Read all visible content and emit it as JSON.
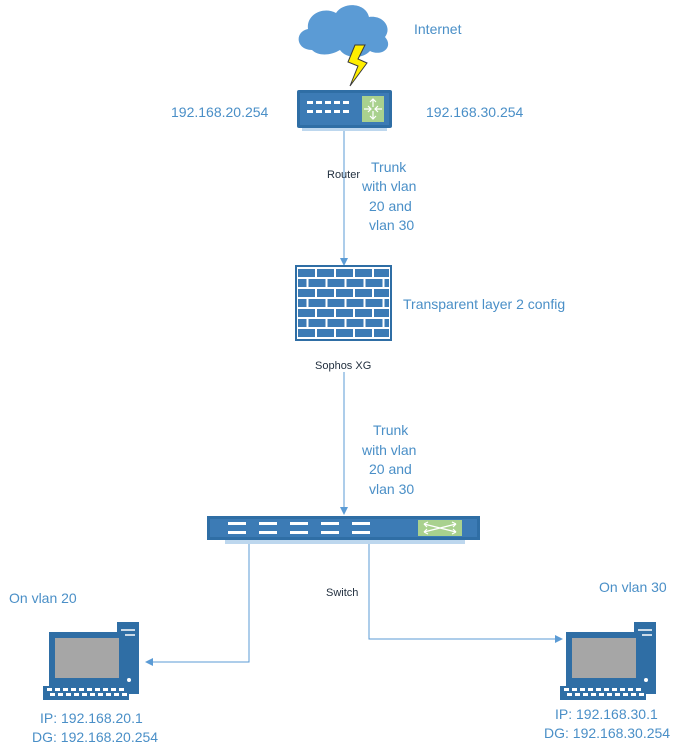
{
  "colors": {
    "device_dark": "#2f6ea5",
    "device_light": "#5b9bd5",
    "cloud": "#5b9bd5",
    "lightning": "#ffee00",
    "screen": "#a6a6a6",
    "link": "#5b9bd5",
    "label_blue": "#4a8fc7",
    "label_dark": "#1f2d3d",
    "switch_module": "#a9d18e"
  },
  "labels": {
    "internet": "Internet",
    "router_ip_left": "192.168.20.254",
    "router_ip_right": "192.168.30.254",
    "router_name": "Router",
    "trunk_top": [
      "Trunk",
      "with vlan",
      "20 and",
      "vlan 30"
    ],
    "firewall_note": "Transparent layer 2 config",
    "firewall_name": "Sophos XG",
    "trunk_bottom": [
      "Trunk",
      "with vlan",
      "20 and",
      "vlan 30"
    ],
    "switch_name": "Switch",
    "pc_left_vlan": "On vlan 20",
    "pc_left_ip": "IP: 192.168.20.1",
    "pc_left_dg": "DG: 192.168.20.254",
    "pc_right_vlan": "On vlan 30",
    "pc_right_ip": "IP: 192.168.30.1",
    "pc_right_dg": "DG: 192.168.30.254"
  },
  "icons": [
    "cloud-icon",
    "lightning-icon",
    "router-icon",
    "firewall-icon",
    "switch-icon",
    "computer-icon"
  ]
}
